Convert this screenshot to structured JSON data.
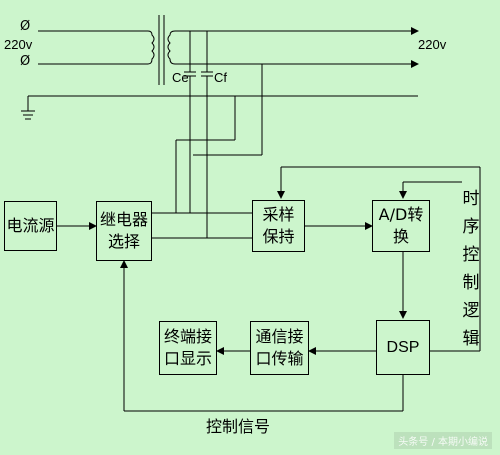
{
  "power": {
    "symbol_top": "Ø",
    "symbol_bottom": "Ø",
    "input_label": "220v",
    "output_label": "220v",
    "cap_e": "Ce",
    "cap_f": "Cf"
  },
  "blocks": {
    "current_source": "电流源",
    "relay_select": "继电器\n选择",
    "sample_hold": "采样\n保持",
    "adc": "A/D转换",
    "dsp": "DSP",
    "comm": "通信接\n口传输",
    "terminal": "终端接\n口显示"
  },
  "labels": {
    "timing_logic": "时序控制逻辑",
    "control_signal": "控制信号"
  },
  "watermark": "头条号 / 本期小编说",
  "colors": {
    "background": "#ccf5cc",
    "line": "#000000"
  }
}
